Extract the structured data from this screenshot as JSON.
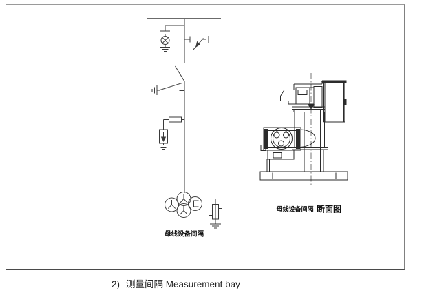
{
  "schematic": {
    "label": "母线设备间隔",
    "components": [
      "busbar",
      "capacitor",
      "voltage-indicator-lamp",
      "earth",
      "fast-earthing-switch",
      "disconnector",
      "earthing-switch",
      "damping-resistor",
      "surge-arrester",
      "voltage-transformer",
      "fuse"
    ],
    "winding_marks": [
      "Y",
      "Y",
      "Y",
      "C"
    ]
  },
  "section": {
    "label_prefix": "母线设备间隔",
    "label_suffix": "断面图",
    "parts": [
      "mechanism-housing",
      "relay-cabinet",
      "insulator-column",
      "motor-drive",
      "base-frame",
      "centerline"
    ]
  },
  "caption": {
    "number": "2)",
    "zh": "测量间隔",
    "en": "Measurement bay"
  },
  "colors": {
    "schematic_line": "#3a3a3a",
    "section_line": "#2b2b2b",
    "frame_border": "#9a9a9a",
    "caption_text": "#222222",
    "background": "#ffffff"
  }
}
